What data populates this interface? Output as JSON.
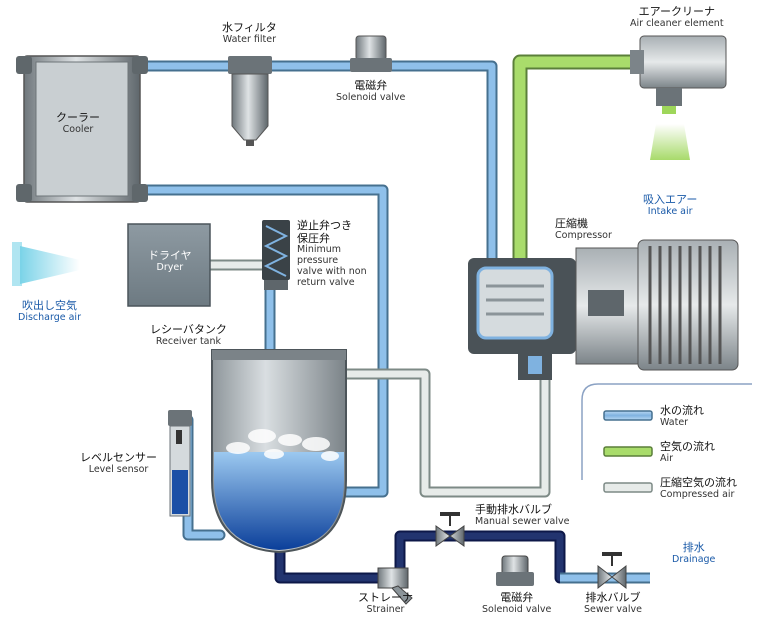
{
  "components": {
    "water_filter": {
      "jp": "水フィルタ",
      "en": "Water filter"
    },
    "solenoid_top": {
      "jp": "電磁弁",
      "en": "Solenoid valve"
    },
    "air_cleaner": {
      "jp": "エアークリーナ",
      "en": "Air cleaner element"
    },
    "cooler": {
      "jp": "クーラー",
      "en": "Cooler"
    },
    "intake_air": {
      "jp": "吸入エアー",
      "en": "Intake air"
    },
    "check_valve": {
      "jp1": "逆止弁つき",
      "jp2": "保圧弁",
      "en1": "Minimum",
      "en2": "pressure",
      "en3": "valve with non",
      "en4": "return valve"
    },
    "dryer": {
      "jp": "ドライヤ",
      "en": "Dryer"
    },
    "compressor": {
      "jp": "圧縮機",
      "en": "Compressor"
    },
    "discharge_air": {
      "jp": "吹出し空気",
      "en": "Discharge air"
    },
    "receiver_tank": {
      "jp": "レシーバタンク",
      "en": "Receiver tank"
    },
    "level_sensor": {
      "jp": "レベルセンサー",
      "en": "Level sensor"
    },
    "manual_sewer_valve": {
      "jp": "手動排水バルブ",
      "en": "Manual sewer valve"
    },
    "drainage": {
      "jp": "排水",
      "en": "Drainage"
    },
    "strainer": {
      "jp": "ストレーナ",
      "en": "Strainer"
    },
    "solenoid_bottom": {
      "jp": "電磁弁",
      "en": "Solenoid valve"
    },
    "sewer_valve": {
      "jp": "排水バルブ",
      "en": "Sewer valve"
    }
  },
  "legend": [
    {
      "jp": "水の流れ",
      "en": "Water",
      "color": "#7fb2e0"
    },
    {
      "jp": "空気の流れ",
      "en": "Air",
      "color": "#9ed65a"
    },
    {
      "jp": "圧縮空気の流れ",
      "en": "Compressed air",
      "color": "#e4e8e6"
    }
  ],
  "colors": {
    "water": "#7fb2e0",
    "air": "#9ed65a",
    "compressed": "#dfe4e2",
    "drain": "#1c2a63",
    "accent": "#1a5aa8"
  }
}
